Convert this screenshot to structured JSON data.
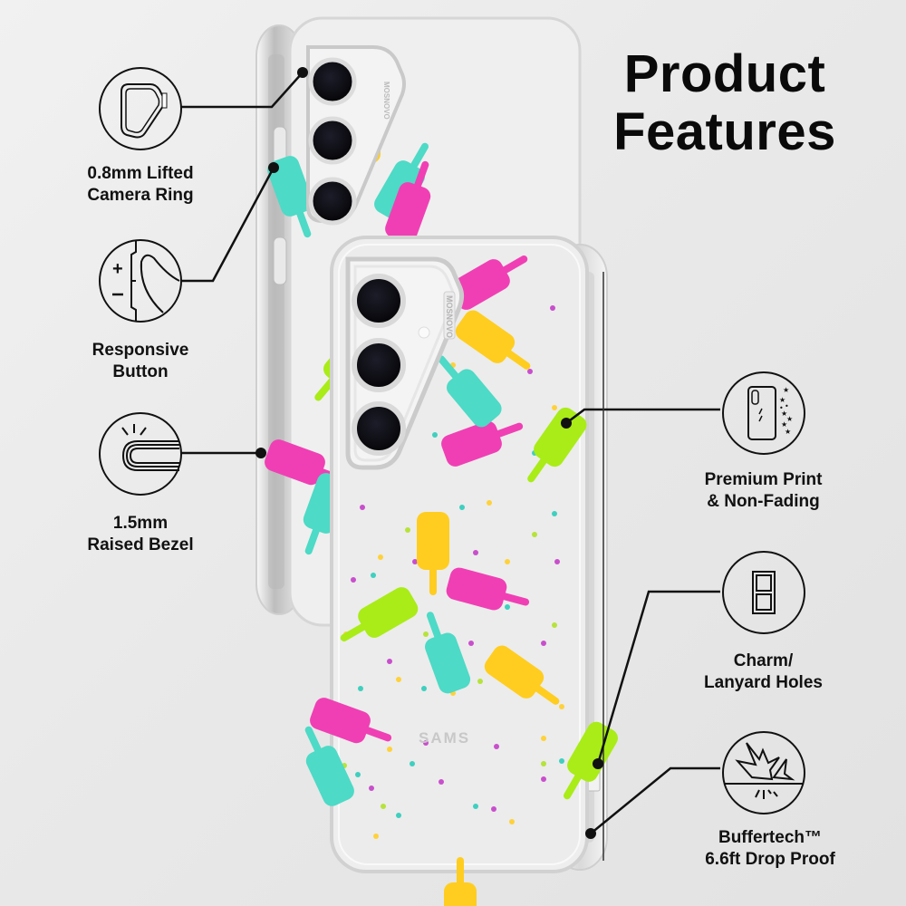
{
  "header": {
    "title_line1": "Product",
    "title_line2": "Features"
  },
  "product": {
    "brand_on_case": "MOSNOVO",
    "brand_on_phone": "SAMS",
    "pattern": "popsicles-and-sprinkles",
    "colors": {
      "pink": "#f03fb4",
      "yellow": "#ffcd1f",
      "lime": "#a9ec17",
      "teal": "#4ddac6",
      "stick": "#f0a23a",
      "camera_lens": "#0c0c14",
      "case_frame": "#e3e3e3",
      "line": "#111111"
    }
  },
  "features_left": [
    {
      "icon": "camera-ring-icon",
      "line1": "0.8mm Lifted",
      "line2": "Camera Ring"
    },
    {
      "icon": "button-press-icon",
      "line1": "Responsive",
      "line2": "Button"
    },
    {
      "icon": "raised-bezel-icon",
      "line1": "1.5mm",
      "line2": "Raised Bezel"
    }
  ],
  "features_right": [
    {
      "icon": "premium-print-icon",
      "line1": "Premium Print",
      "line2": "& Non-Fading"
    },
    {
      "icon": "lanyard-holes-icon",
      "line1": "Charm/",
      "line2": "Lanyard Holes"
    },
    {
      "icon": "drop-proof-icon",
      "line1": "Buffertech™",
      "line2": "6.6ft Drop Proof"
    }
  ]
}
